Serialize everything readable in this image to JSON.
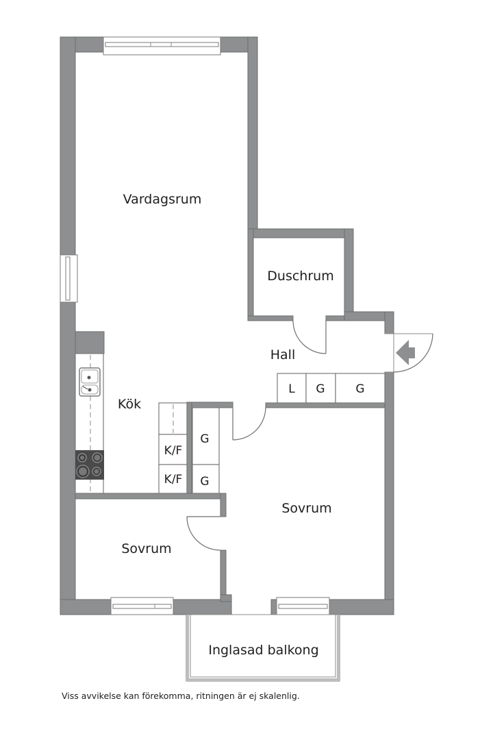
{
  "plan": {
    "rooms": {
      "living_room": "Vardagsrum",
      "shower_room": "Duschrum",
      "hall": "Hall",
      "kitchen": "Kök",
      "bedroom_left": "Sovrum",
      "bedroom_right": "Sovrum",
      "balcony": "Inglasad balkong"
    },
    "storage": {
      "hall_closets": [
        "L",
        "G",
        "G"
      ],
      "fridge_freezer": [
        "K/F",
        "K/F"
      ],
      "wardrobes": [
        "G",
        "G"
      ]
    },
    "entrance_icon": "entrance-arrow-icon",
    "colors": {
      "wall": "#8d8f90",
      "wall_outline": "#6b6d6e",
      "stove": "#4a4a4a",
      "text": "#1e1e1e"
    }
  },
  "footer": {
    "disclaimer": "Viss avvikelse kan förekomma, ritningen är ej skalenlig."
  }
}
